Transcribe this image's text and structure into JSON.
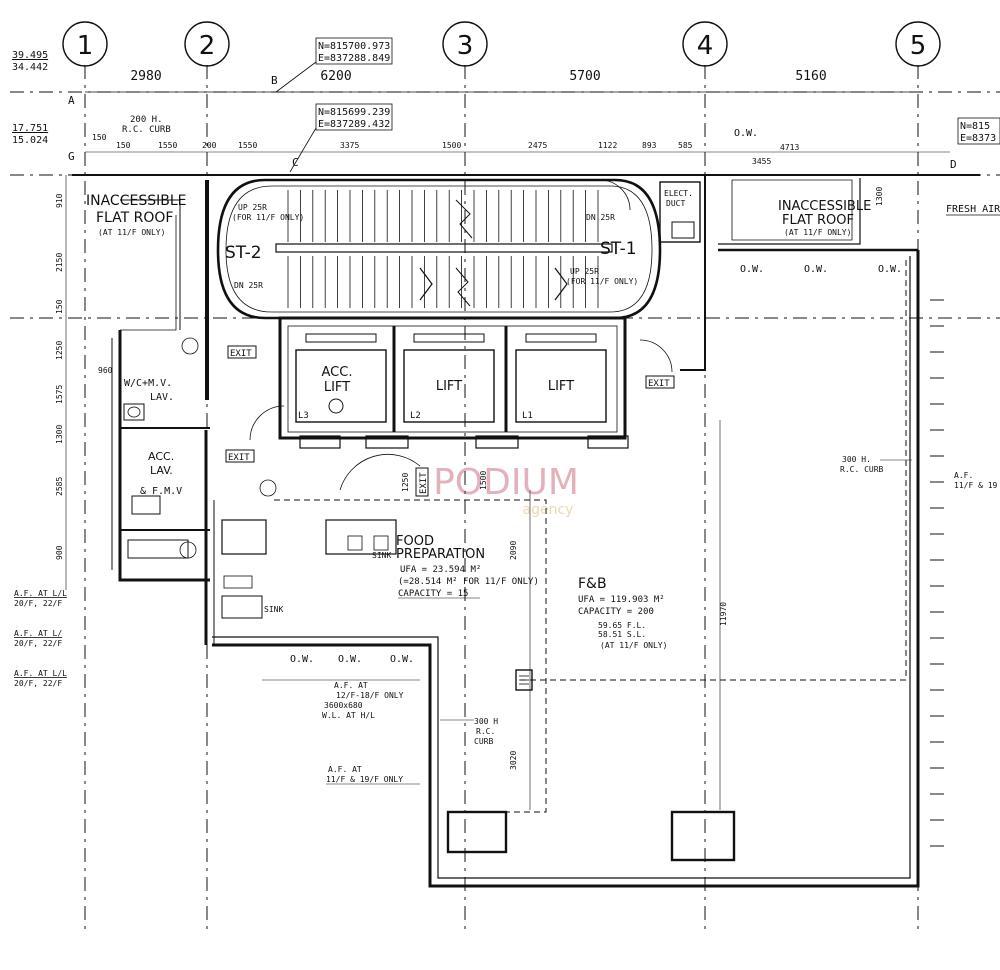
{
  "grid": {
    "labels": [
      "1",
      "2",
      "3",
      "4",
      "5"
    ],
    "spans": [
      "2980",
      "6200",
      "5700",
      "5160"
    ]
  },
  "survey": {
    "a_north": "N=815700.973",
    "a_east": "E=837288.849",
    "b_north": "N=815699.239",
    "b_east": "E=837289.432",
    "c_north": "N=815",
    "c_east": "E=8373",
    "pt_a": "A",
    "pt_b": "B",
    "pt_c": "C",
    "pt_d": "D",
    "pt_g": "G",
    "level_1": "39.495",
    "level_2": "34.442",
    "level_3": "17.751",
    "level_4": "15.024"
  },
  "top_dims": [
    "150",
    "150",
    "1550",
    "200",
    "1550",
    "3375",
    "1500",
    "2475",
    "1122",
    "893",
    "585",
    "3455",
    "4713"
  ],
  "left_dims": [
    "910",
    "2150",
    "150",
    "1250",
    "960",
    "1575",
    "1300",
    "2585",
    "900"
  ],
  "rooms": {
    "flat_roof_left_1": "INACCESSIBLE",
    "flat_roof_left_2": "FLAT ROOF",
    "flat_roof_left_note": "(AT 11/F ONLY)",
    "flat_roof_right_1": "INACCESSIBLE",
    "flat_roof_right_2": "FLAT ROOF",
    "flat_roof_right_note": "(AT 11/F ONLY)",
    "st2": "ST-2",
    "st1": "ST-1",
    "up_left": "UP 25R",
    "up_left_note": "(FOR 11/F ONLY)",
    "dn_left": "DN 25R",
    "up_right": "UP 25R",
    "up_right_note": "(FOR 11/F ONLY)",
    "dn_right": "DN 25R",
    "acc_lift_1": "ACC.",
    "acc_lift_2": "LIFT",
    "lift_2": "LIFT",
    "lift_1": "LIFT",
    "l3": "L3",
    "l2": "L2",
    "l1": "L1",
    "exit_1": "EXIT",
    "exit_2": "EXIT",
    "exit_3": "EXIT",
    "exit_4": "EXIT",
    "wc_lav_1": "W/C+M.V.",
    "wc_lav_2": "LAV.",
    "acc_lav_1": "ACC.",
    "acc_lav_2": "LAV.",
    "acc_lav_3": "& F.M.V",
    "elect": "ELECT.",
    "duct": "DUCT",
    "food_1": "FOOD",
    "food_2": "PREPARATION",
    "food_ufa": "UFA = 23.594 M²",
    "food_ufa2": "(=28.514 M² FOR 11/F ONLY)",
    "food_cap": "CAPACITY = 15",
    "fb": "F&B",
    "fb_ufa": "UFA = 119.903 M²",
    "fb_cap": "CAPACITY = 200",
    "fb_sl1": "59.65 F.L.",
    "fb_sl2": "58.51 S.L.",
    "fb_sl3": "(AT 11/F ONLY)",
    "sink_1": "SINK",
    "sink_2": "SINK",
    "fresh_air": "FRESH AIR",
    "ow1": "O.W.",
    "ow2": "O.W.",
    "ow3": "O.W.",
    "ow4": "O.W.",
    "ow5": "O.W.",
    "ow6": "O.W.",
    "ow7": "O.W.",
    "curb_top_1": "200 H.",
    "curb_top_2": "R.C. CURB",
    "curb_right_1": "300 H.",
    "curb_right_2": "R.C. CURB",
    "curb_mid_1": "300 H",
    "curb_mid_2": "R.C.",
    "curb_mid_3": "CURB",
    "af_bottom_1": "A.F. AT",
    "af_bottom_2": "12/F-18/F ONLY",
    "af_bottom_3": "3600x680",
    "af_bottom_4": "W.L. AT H/L",
    "af_mid_1": "A.F. AT",
    "af_mid_2": "11/F & 19/F ONLY",
    "af_right_1": "A.F.",
    "af_right_2": "11/F & 19",
    "af_left_1": "A.F. AT L/L",
    "af_left_2": "20/F, 22/F",
    "af_left_3": "A.F. AT L/",
    "af_left_4": "20/F, 22/F",
    "af_left_5": "A.F. AT L/L",
    "af_left_6": "20/F, 22/F",
    "watermark_1": "PODIUM",
    "watermark_2": "agency",
    "dim_1500": "1500",
    "dim_2090": "2090",
    "dim_1250": "1250",
    "dim_11970": "11970",
    "dim_3020": "3020",
    "dim_1300": "1300"
  }
}
